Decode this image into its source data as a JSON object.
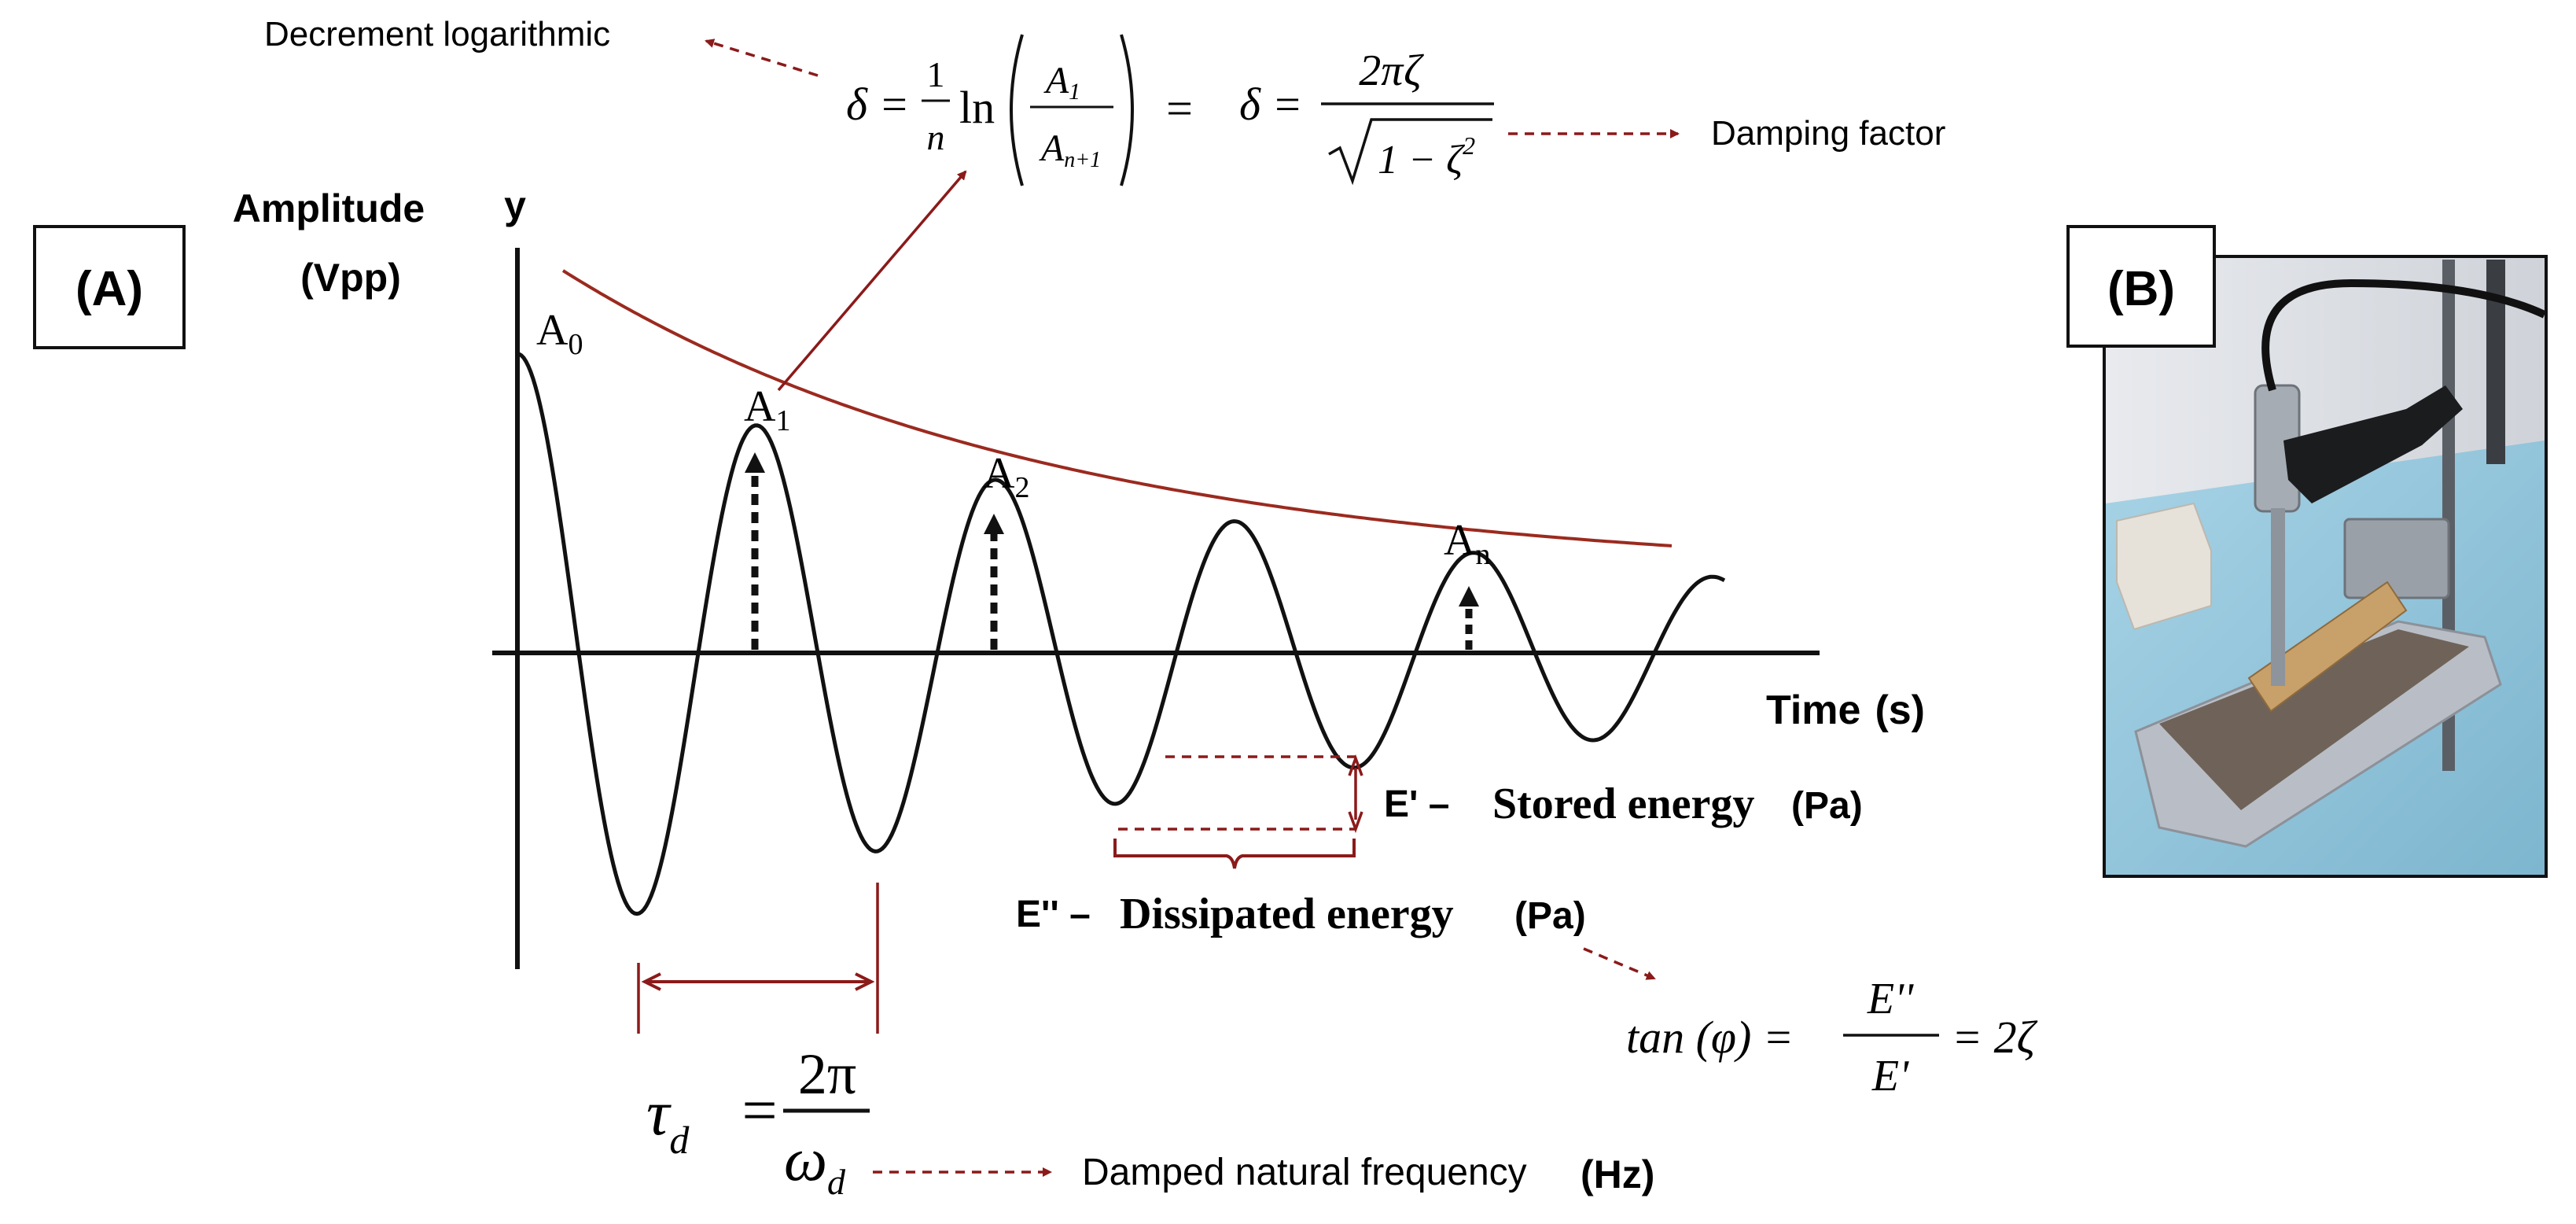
{
  "panel_a": {
    "label": "(A)",
    "y_axis": {
      "letter": "y",
      "title_line1": "Amplitude",
      "title_line2": "(Vpp)"
    },
    "x_axis": {
      "title": "Time",
      "unit": "(s)"
    },
    "peaks": [
      {
        "letter": "A",
        "sub": "0"
      },
      {
        "letter": "A",
        "sub": "1"
      },
      {
        "letter": "A",
        "sub": "2"
      },
      {
        "letter": "A",
        "sub": "n"
      }
    ],
    "top_note": "Decrement logarithmic",
    "damping_note": "Damping factor",
    "stored": {
      "prefix": "E' –",
      "text": "Stored energy",
      "unit": "(Pa)"
    },
    "dissipated": {
      "prefix": "E'' –",
      "text": "Dissipated energy",
      "unit": "(Pa)"
    },
    "period_note": "Damped natural frequency",
    "period_unit": "(Hz)",
    "eq_delta": {
      "lhs": "δ =",
      "one": "1",
      "n": "n",
      "ln": "ln",
      "a1": "A",
      "a1sub": "1",
      "an": "A",
      "ansub": "n+1",
      "equals": "="
    },
    "eq_damping": {
      "lhs": "δ =",
      "num": "2πζ",
      "den": "1 − ζ",
      "pow": "2"
    },
    "eq_tau": {
      "tau": "τ",
      "tau_sub": "d",
      "eq": "=",
      "num": "2π",
      "den": "ω",
      "den_sub": "d"
    },
    "eq_tan": {
      "lhs": "tan (φ) =",
      "num": "E''",
      "den": "E'",
      "rhs": "= 2ζ"
    }
  },
  "panel_b": {
    "label": "(B)"
  },
  "colors": {
    "accent": "#8b1a1a",
    "curve": "#111111",
    "envelope": "#9b2a1f"
  }
}
